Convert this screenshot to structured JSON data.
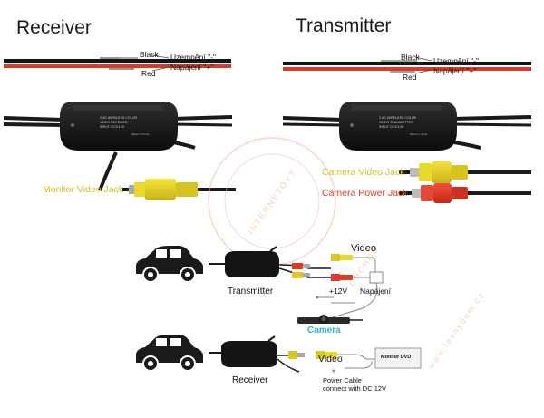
{
  "receiver": {
    "title": "Receiver",
    "wire_black": "Black",
    "wire_red": "Red",
    "neg_label": "Uzemnění \"-\"",
    "pos_label": "Napájení \"+\"",
    "jack_label": "Monitor Video Jack"
  },
  "transmitter": {
    "title": "Transmitter",
    "wire_black": "Black",
    "wire_red": "Red",
    "neg_label": "Uzemnění \"-\"",
    "pos_label": "Napájení \"+\"",
    "video_jack_label": "Camera Video Jack",
    "power_jack_label": "Camera Power Jack"
  },
  "watermark": "INTERNETOVÝ OBCHOD www.levnydum.cz",
  "diagram": {
    "tx_label": "Transmitter",
    "rx_label": "Receiver",
    "video_top": "Video",
    "power_12v": "+12V",
    "napajeni": "Napájení",
    "camera": "Camera",
    "video_bottom": "Video",
    "monitor": "Monitor DVD",
    "power_cable_1": "Power Cable",
    "power_cable_2": "connect with DC 12V"
  },
  "colors": {
    "jack_yellow": "#d4c21f",
    "jack_red": "#e23a26",
    "camera_cyan": "#2bb7d6",
    "watermark": "#f0c3ad"
  }
}
